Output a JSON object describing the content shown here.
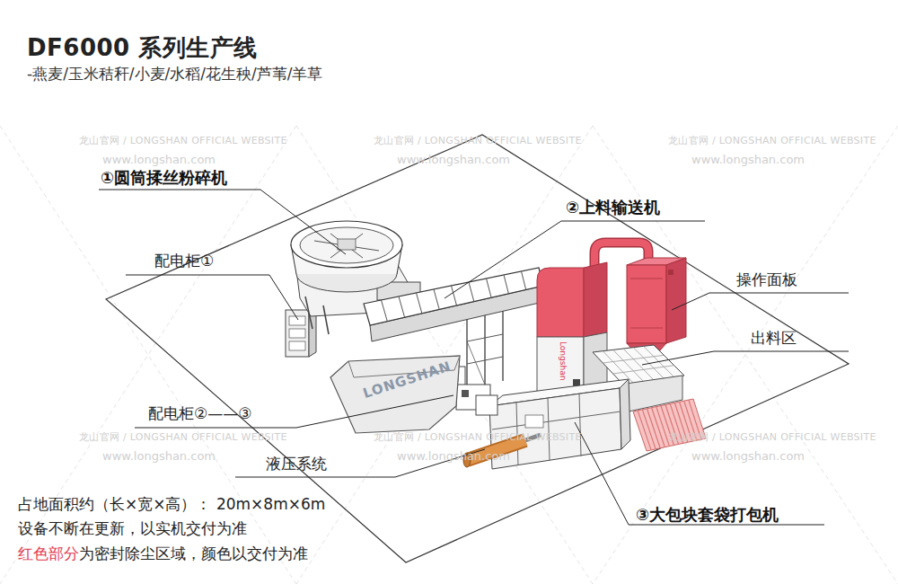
{
  "diagram": {
    "title": "DF6000 系列生产线",
    "labels": [
      "-燕麦/玉米秸秆/小麦/水稻/花生秧/芦苇/羊草",
      "龙山官网 / LONGSHAN OFFICIAL WEBSITE",
      "www.longshan.com",
      "龙山官网 / LONGSHAN OFFICIAL WEBSITE",
      "www.longshan.com",
      "龙山官网 / LONGSHAN OFFICIAL WEBSITE",
      "www.longshan.com",
      "①圆筒揉丝粉碎机",
      "②上料输送机",
      "配电柜①",
      "操作面板",
      "出料区",
      "LONGSHAN",
      "Longshan",
      "配电柜②——③",
      "液压系统",
      "龙山官网 / LONGSHAN OFFICIAL WEBSITE",
      "www.longshan.com",
      "龙山官网 / LONGSHAN OFFICIAL WEBSITE",
      "www.longshan.com",
      "龙山官网 / LONGSHAN OFFICIAL WEBSITE",
      "www.longshan.com",
      "③大包块套袋打包机",
      "占地面积约（长×宽×高）： 20m×8m×6m",
      "设备不断在更新，以实机交付为准",
      "红色部分",
      "为密封除尘区域，颜色以交付为准"
    ]
  }
}
